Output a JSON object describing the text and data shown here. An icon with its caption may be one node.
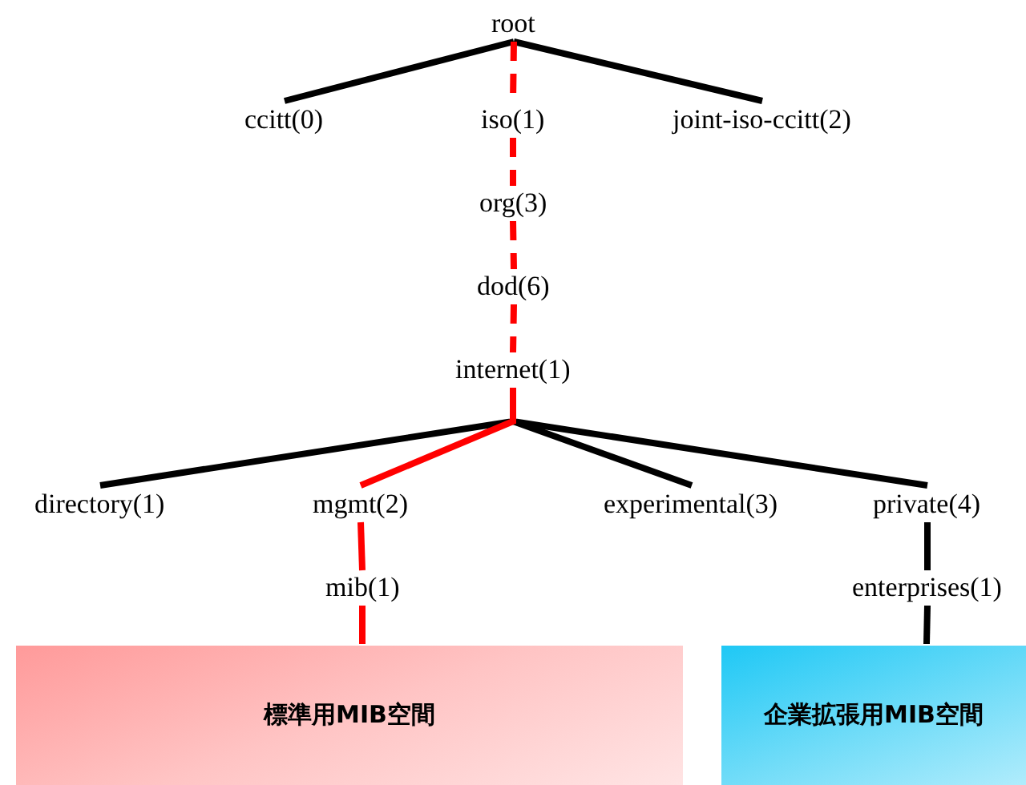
{
  "diagram": {
    "nodes": [
      {
        "text": [
          "root"
        ]
      },
      {
        "text": [
          "ccitt(0)"
        ]
      },
      {
        "text": [
          "iso(1)"
        ]
      },
      {
        "text": [
          "joint-iso-ccitt(2)"
        ]
      },
      {
        "text": [
          "org(3)"
        ]
      },
      {
        "text": [
          "dod(6)"
        ]
      },
      {
        "text": [
          "internet(1)"
        ]
      },
      {
        "text": [
          "directory(1)"
        ]
      },
      {
        "text": [
          "mgmt(2)"
        ]
      },
      {
        "text": [
          "experimental(3)"
        ]
      },
      {
        "text": [
          "private(4)"
        ]
      },
      {
        "text": [
          "mib(1)"
        ]
      },
      {
        "text": [
          "enterprises(1)"
        ]
      },
      {
        "text": [
          "標準用MIB空間"
        ]
      },
      {
        "text": [
          "企業拡張用MIB空間"
        ]
      }
    ],
    "edges": [
      {
        "from": 0,
        "to": 1,
        "arrow": "none"
      },
      {
        "from": 0,
        "to": 2,
        "arrow": "none",
        "style": "dashed",
        "color": "#ff0000"
      },
      {
        "from": 0,
        "to": 3,
        "arrow": "none"
      },
      {
        "from": 2,
        "to": 4,
        "arrow": "none",
        "style": "dashed",
        "color": "#ff0000"
      },
      {
        "from": 4,
        "to": 5,
        "arrow": "none",
        "style": "dashed",
        "color": "#ff0000"
      },
      {
        "from": 5,
        "to": 6,
        "arrow": "none",
        "style": "dashed",
        "color": "#ff0000"
      },
      {
        "from": 6,
        "to": 7,
        "arrow": "none"
      },
      {
        "from": 6,
        "to": 8,
        "arrow": "none",
        "color": "#ff0000"
      },
      {
        "from": 6,
        "to": 9,
        "arrow": "none"
      },
      {
        "from": 6,
        "to": 10,
        "arrow": "none"
      },
      {
        "from": 8,
        "to": 11,
        "arrow": "none",
        "color": "#ff0000"
      },
      {
        "from": 10,
        "to": 12,
        "arrow": "none"
      },
      {
        "from": 11,
        "to": 13,
        "arrow": "none",
        "color": "#ff0000"
      },
      {
        "from": 12,
        "to": 14,
        "arrow": "none"
      }
    ]
  }
}
